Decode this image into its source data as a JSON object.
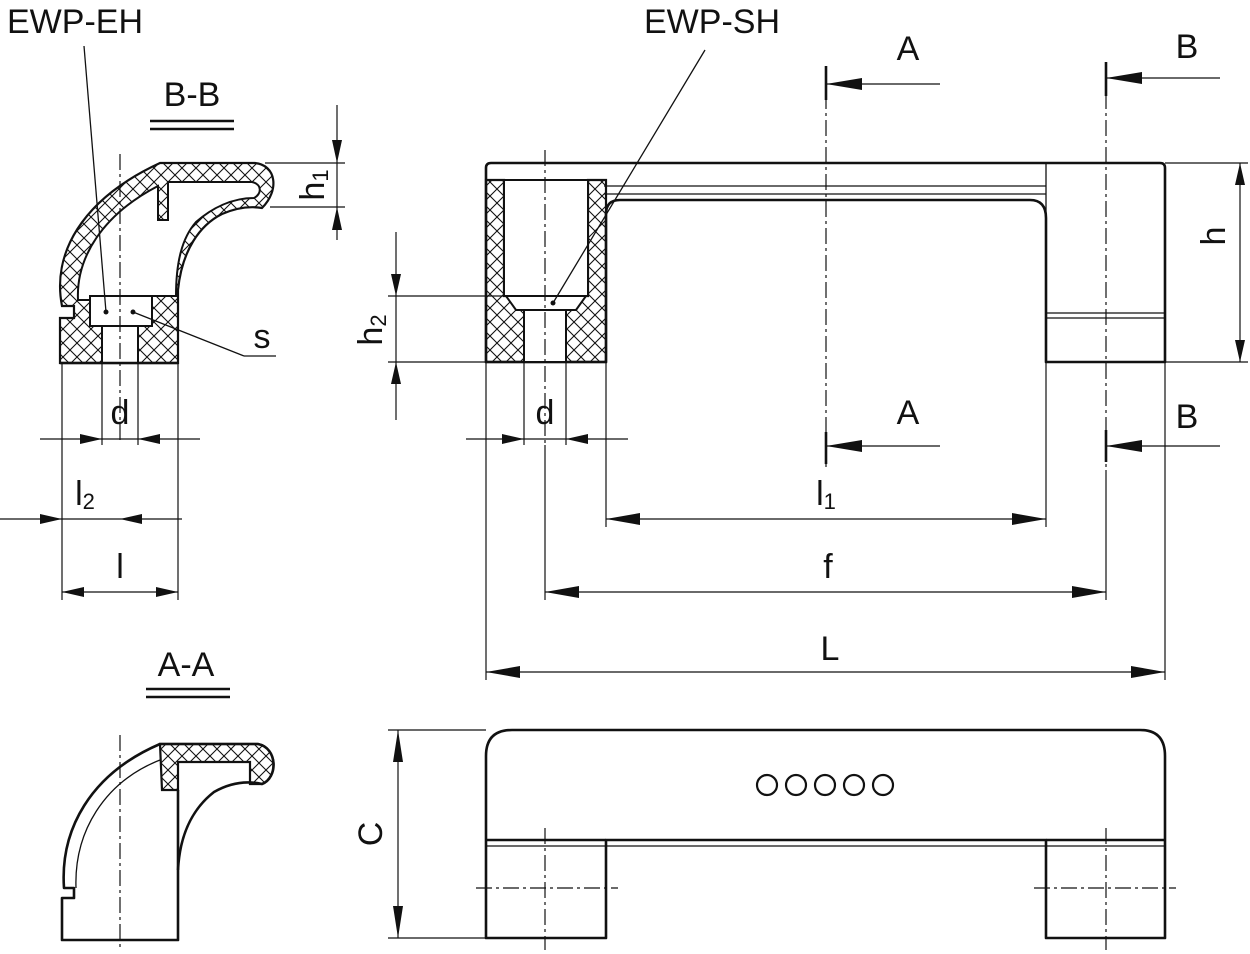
{
  "labels": {
    "ewp_eh": "EWP-EH",
    "ewp_sh": "EWP-SH",
    "section_bb": "B-B",
    "section_aa": "A-A",
    "cut_a_top": "A",
    "cut_a_bottom": "A",
    "cut_b_top": "B",
    "cut_b_bottom": "B",
    "dim_h1": "h",
    "dim_h1_sub": "1",
    "dim_h": "h",
    "dim_h2": "h",
    "dim_h2_sub": "2",
    "dim_s": "s",
    "dim_d_left": "d",
    "dim_d_front": "d",
    "dim_l2": "l",
    "dim_l2_sub": "2",
    "dim_l": "l",
    "dim_l1": "l",
    "dim_l1_sub": "1",
    "dim_f": "f",
    "dim_L": "L",
    "dim_C": "C"
  }
}
